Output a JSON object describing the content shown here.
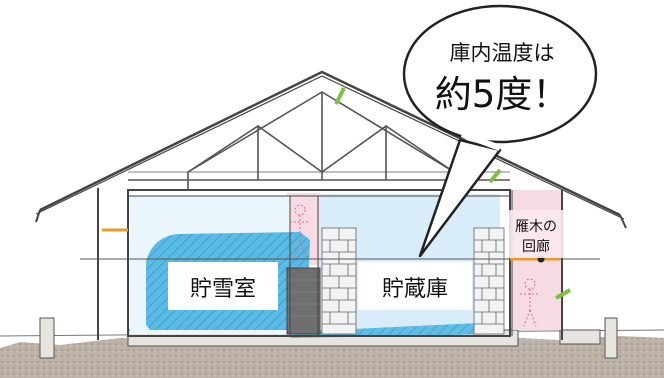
{
  "callout": {
    "line1": "庫内温度は",
    "line2": "約5度！"
  },
  "rooms": {
    "snow_storage": "貯雪室",
    "storage": "貯蔵庫",
    "corridor_line1": "雁木の",
    "corridor_line2": "回廊"
  },
  "colors": {
    "snow_blue": "#4fb7e3",
    "storage_blue": "#d8ecf9",
    "pink": "#f6dbe5",
    "roof_line": "#444444",
    "ground": "#b8aea4",
    "green_arrow": "#7cc142"
  }
}
